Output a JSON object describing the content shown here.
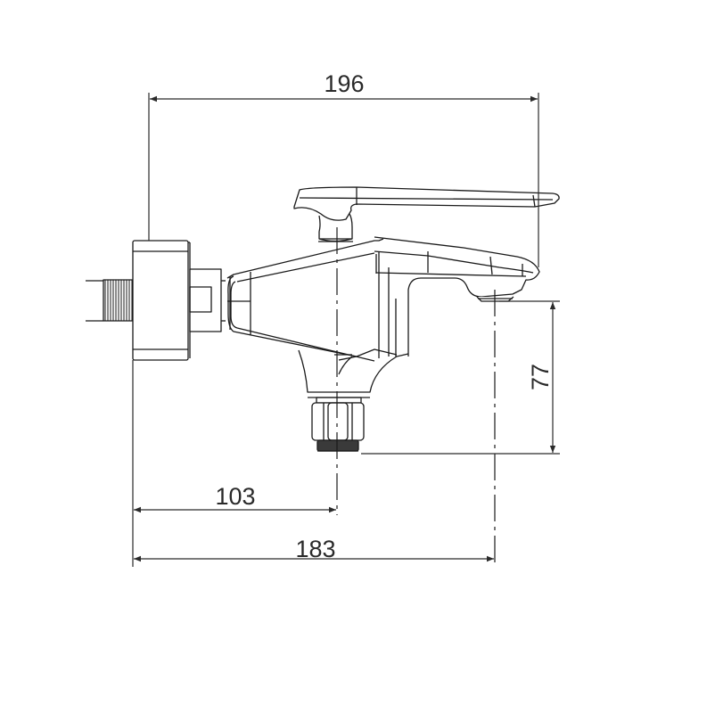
{
  "diagram": {
    "subject": "wall-mounted bath mixer faucet, side elevation",
    "line_color": "#1a1a1a",
    "background": "#ffffff",
    "dimensions": {
      "overall_height_to_handle_tip": {
        "label": "196",
        "orientation": "horizontal",
        "position": "top"
      },
      "spout_outlet_height": {
        "label": "77",
        "orientation": "vertical",
        "position": "right"
      },
      "wall_to_diverter_outlet": {
        "label": "103",
        "orientation": "horizontal",
        "position": "bottom-upper"
      },
      "wall_to_spout_outlet": {
        "label": "183",
        "orientation": "horizontal",
        "position": "bottom-lower"
      }
    },
    "components": [
      "threaded-inlet-pipe",
      "wall-flange",
      "hex-connector",
      "mixer-body",
      "lever-handle",
      "spout",
      "aerator",
      "shower-outlet-nut"
    ]
  }
}
